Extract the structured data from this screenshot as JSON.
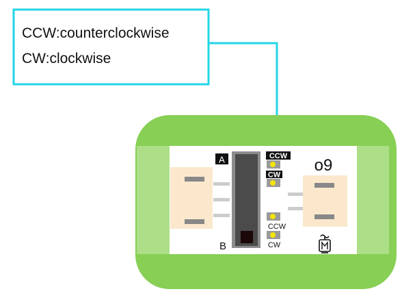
{
  "callout": {
    "line1": "CCW:counterclockwise",
    "line2": "CW:clockwise"
  },
  "board": {
    "switch_label_a": "A",
    "switch_label_b": "B",
    "top_ccw": "CCW",
    "top_cw": "CW",
    "bottom_ccw": "CCW",
    "bottom_cw": "CW",
    "module_id": "o9",
    "motor_icon": "motor-icon"
  },
  "colors": {
    "callout": "#22d6e6",
    "board_green": "#87cf55",
    "board_light_green": "#acdf87",
    "connector": "#fbe8cc",
    "switch_body": "#4b4b4b",
    "pad_yellow": "#f5e500",
    "pad_gray": "#9a9a9a"
  }
}
